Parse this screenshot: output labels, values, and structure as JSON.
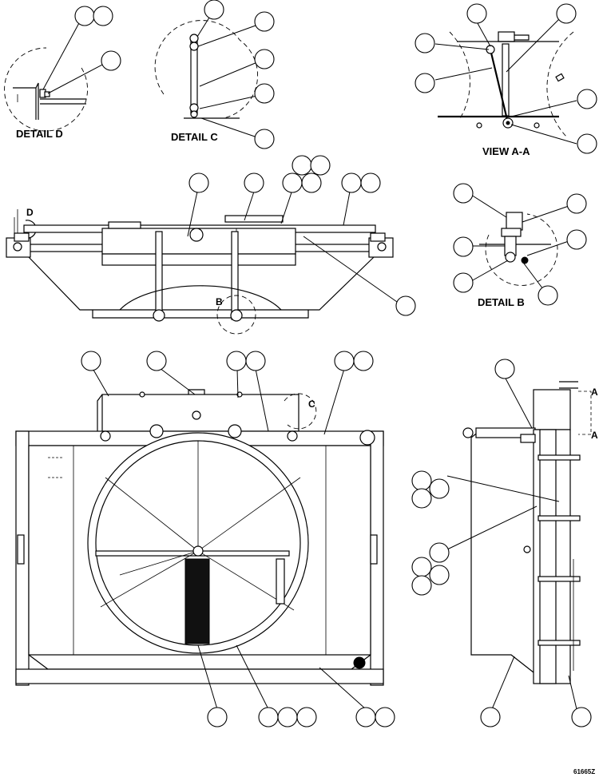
{
  "detail_labels": {
    "detail_d": "DETAIL D",
    "detail_c": "DETAIL C",
    "view_aa": "VIEW A-A",
    "detail_b": "DETAIL B"
  },
  "view_markers": {
    "d": "D",
    "b": "B",
    "c": "C",
    "a_upper": "A",
    "a_lower": "A"
  },
  "figure_code": "61665Z"
}
